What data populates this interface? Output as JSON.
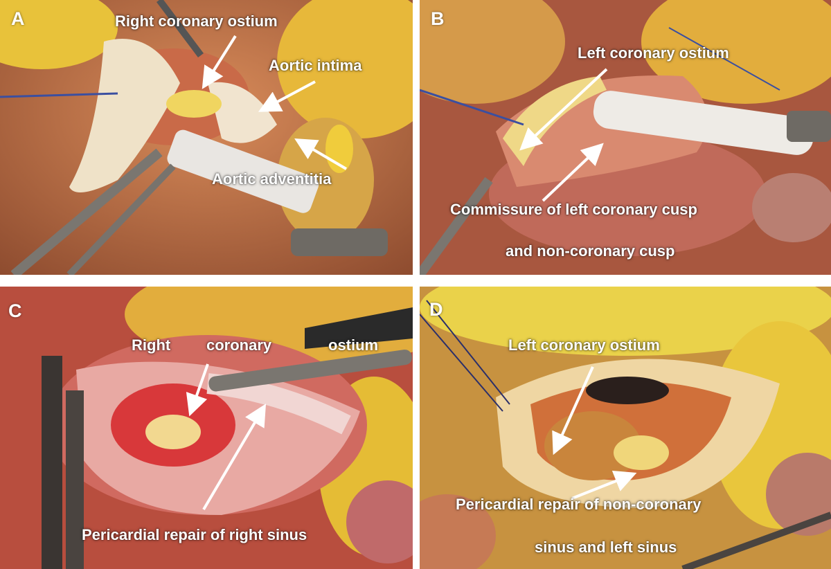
{
  "figure": {
    "panels": [
      {
        "letter": "A",
        "labels": [
          "Right coronary ostium",
          "Aortic intima",
          "Aortic adventitia"
        ]
      },
      {
        "letter": "B",
        "labels": [
          "Left coronary ostium",
          "Commissure of left coronary cusp",
          "and non-coronary cusp"
        ]
      },
      {
        "letter": "C",
        "labels": [
          "Right",
          "coronary",
          "ostium",
          "Pericardial repair of right sinus"
        ]
      },
      {
        "letter": "D",
        "labels": [
          "Left coronary ostium",
          "Pericardial repair of non-coronary",
          "sinus and left sinus"
        ]
      }
    ],
    "colors": {
      "fat_yellow": "#e8c23a",
      "tissue_red": "#b8584a",
      "tissue_cream": "#efe2c8",
      "instrument_gray": "#6e6a64",
      "annotation_white": "#ffffff"
    }
  }
}
